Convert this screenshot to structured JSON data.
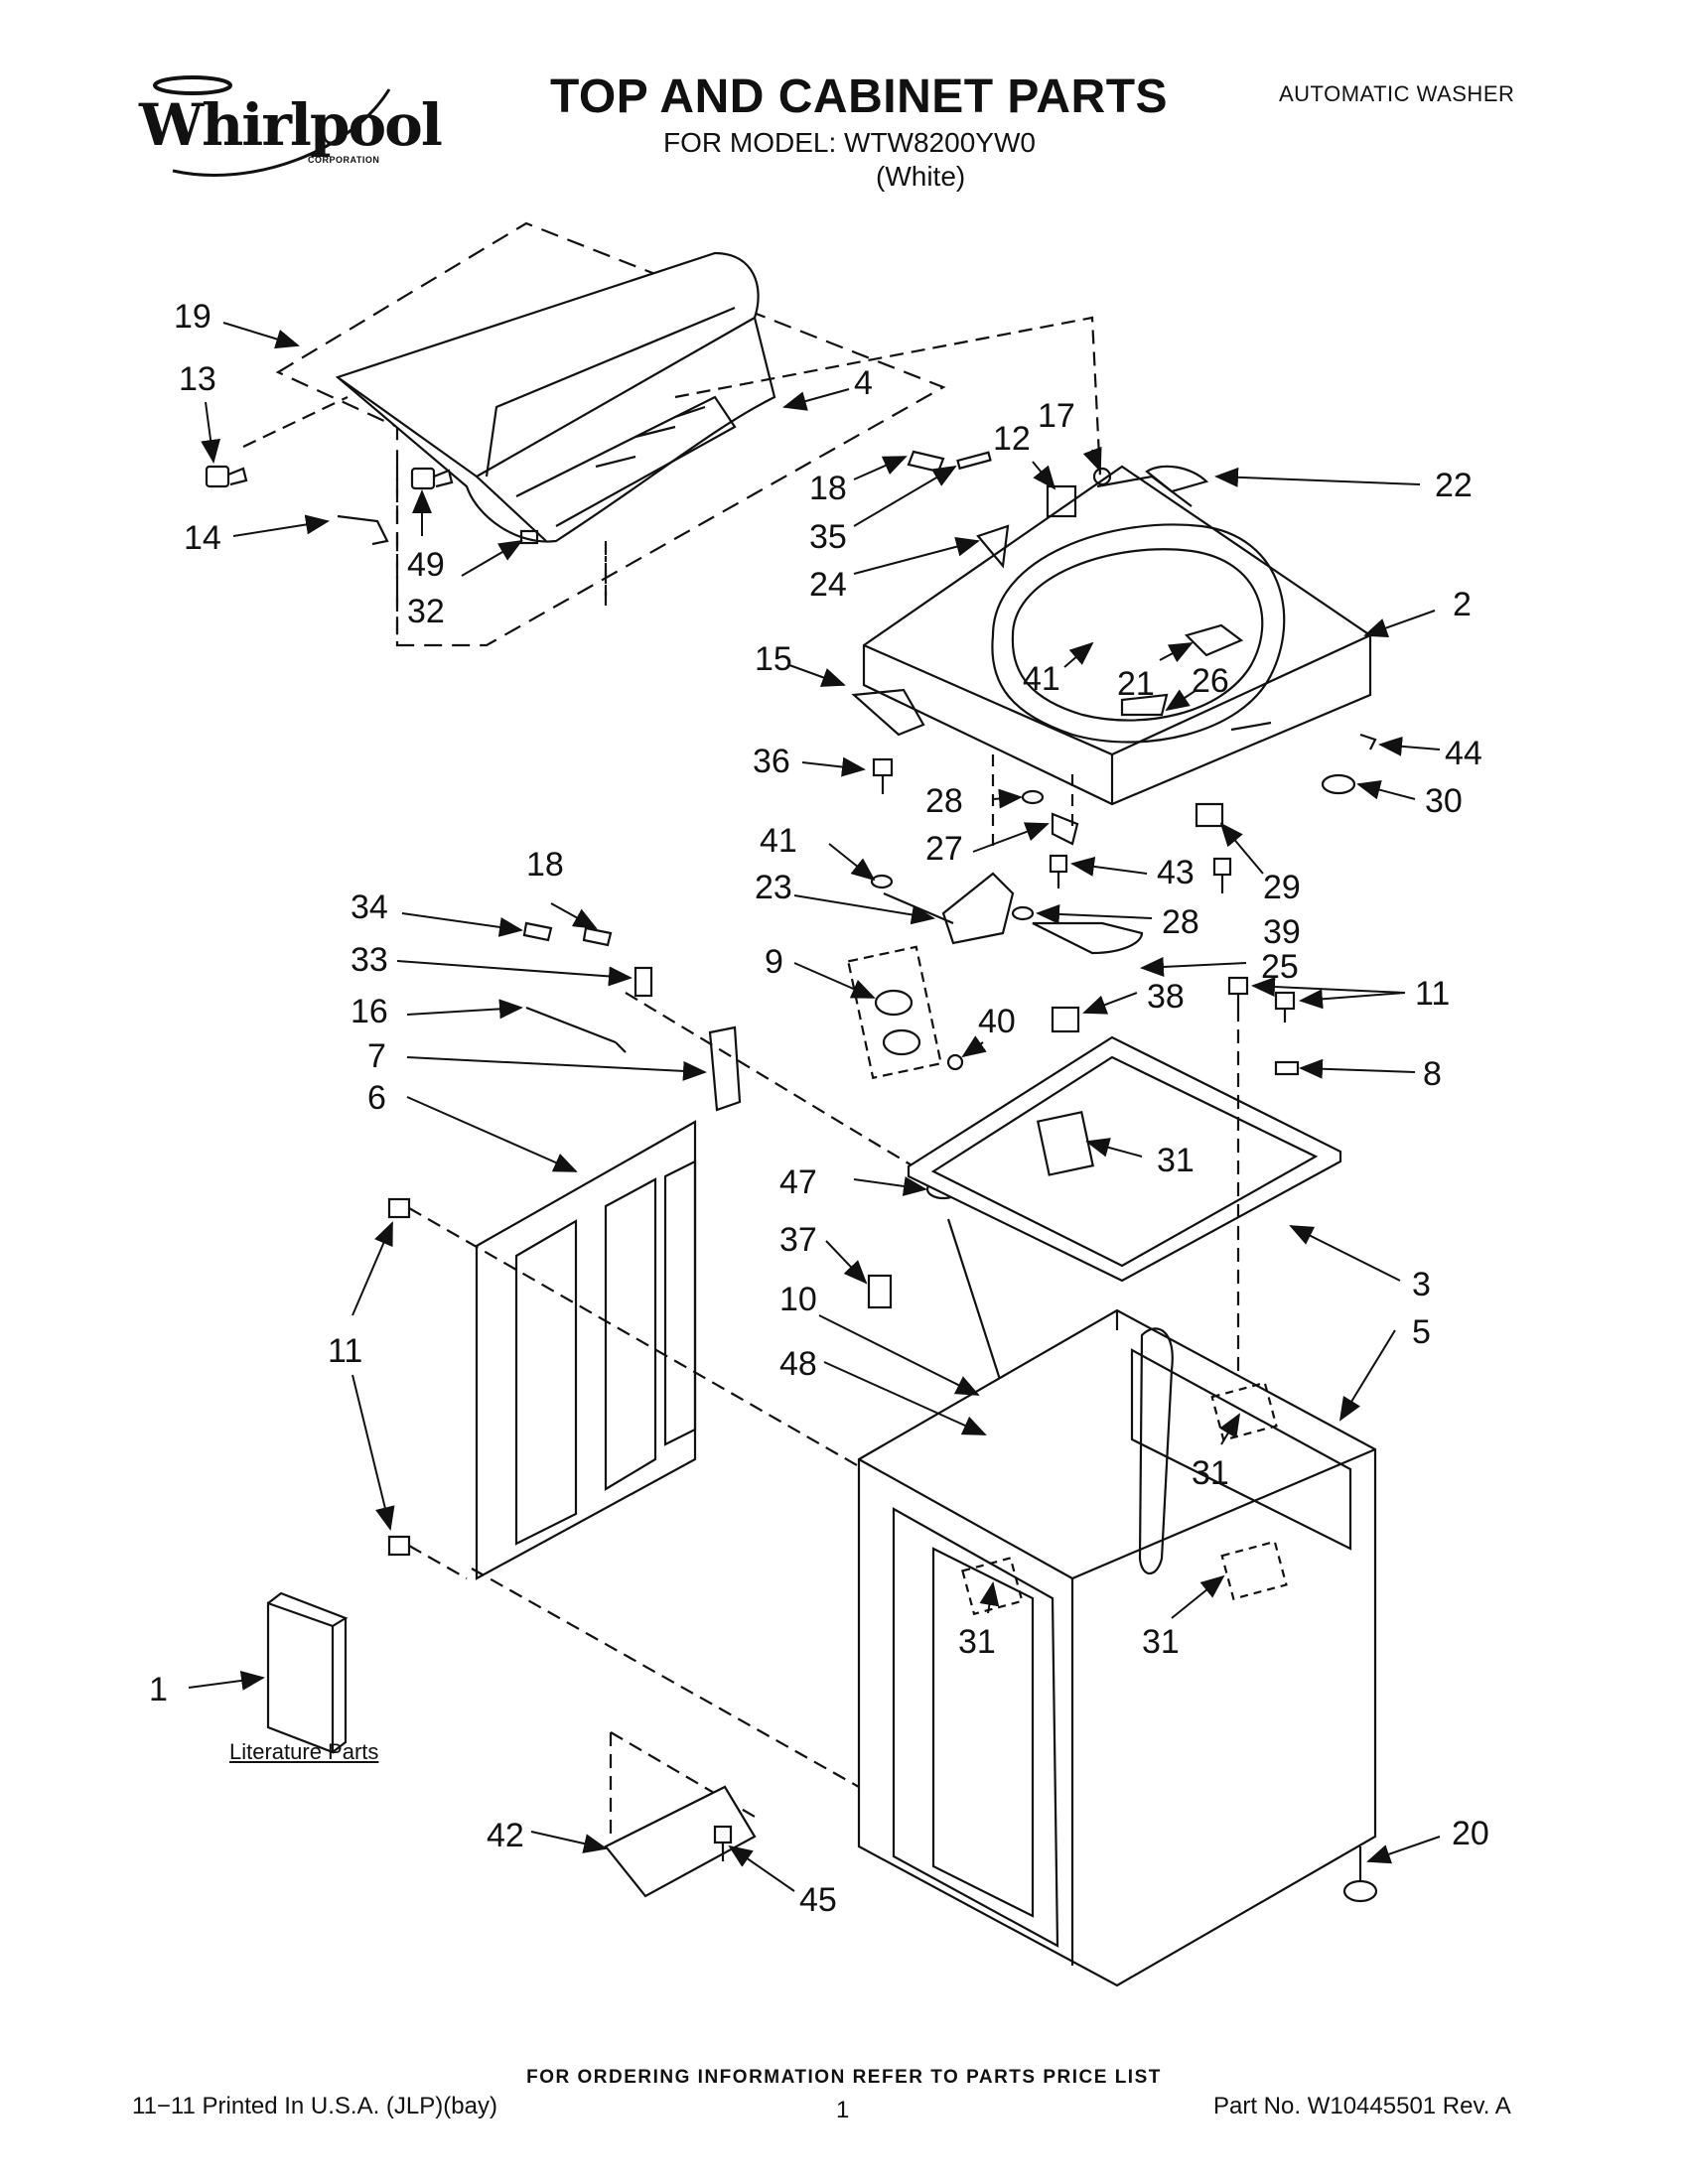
{
  "header": {
    "brand_logo_text": "Whirlpool",
    "brand_corporation": "CORPORATION",
    "title": "TOP AND CABINET PARTS",
    "model_line": "FOR MODEL: WTW8200YW0",
    "color_line": "(White)",
    "product_type": "AUTOMATIC WASHER"
  },
  "diagram": {
    "literature_label": "Literature Parts",
    "callouts": [
      "19",
      "13",
      "14",
      "49",
      "32",
      "4",
      "17",
      "12",
      "18",
      "35",
      "24",
      "22",
      "2",
      "15",
      "41",
      "21",
      "26",
      "36",
      "44",
      "30",
      "28",
      "27",
      "41",
      "23",
      "43",
      "29",
      "39",
      "28",
      "25",
      "34",
      "18",
      "33",
      "16",
      "7",
      "6",
      "9",
      "40",
      "38",
      "11",
      "8",
      "31",
      "47",
      "37",
      "10",
      "48",
      "3",
      "5",
      "11",
      "31",
      "31",
      "31",
      "1",
      "42",
      "45",
      "20"
    ]
  },
  "footer": {
    "ordering_note": "FOR ORDERING INFORMATION REFER TO PARTS PRICE LIST",
    "print_info": "11−11 Printed In U.S.A. (JLP)(bay)",
    "page_number": "1",
    "part_number": "Part No. W10445501 Rev. A"
  }
}
